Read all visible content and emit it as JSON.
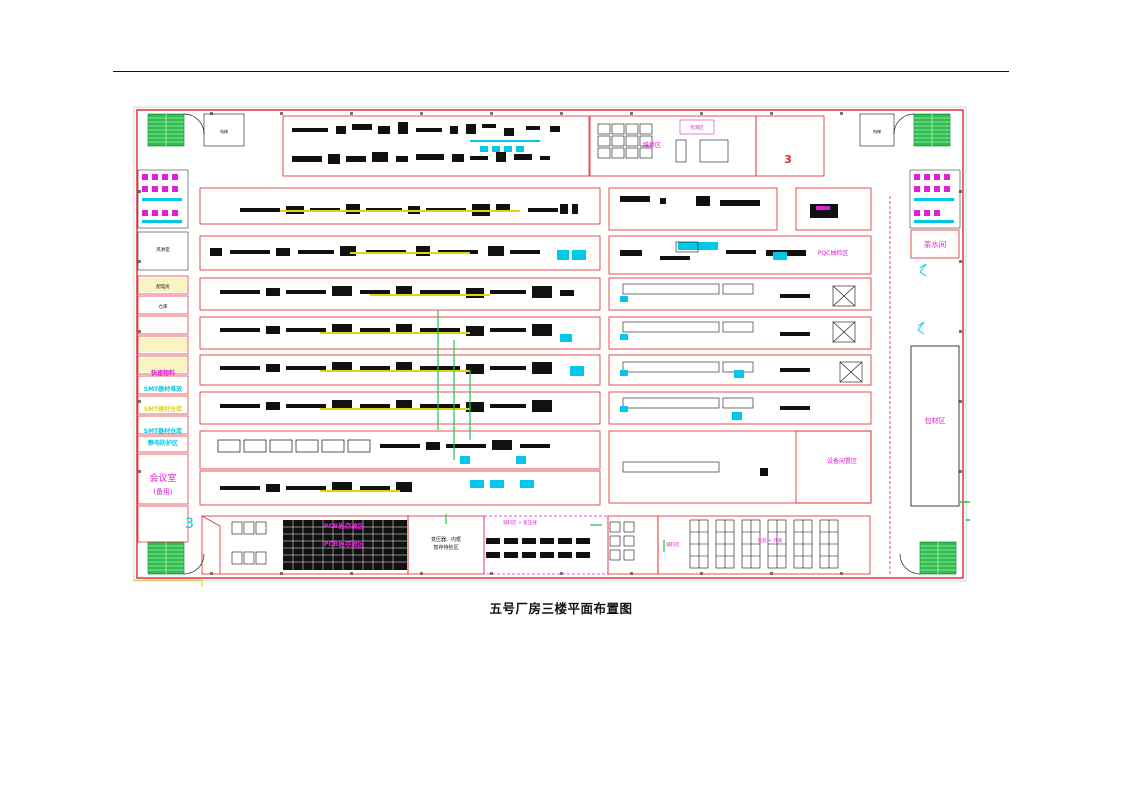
{
  "caption": "五号厂房三楼平面布置图",
  "labels": {
    "tea_room": "茶水间",
    "pqc_area": "PQC抽检区",
    "equipment_idle_area": "设备闲置区",
    "packaging_area": "包材区",
    "meeting_room": "会议室",
    "meeting_room_sub": "(备用)",
    "pcb_storage_1": "PCB板存放区",
    "pcb_storage_2": "PCB板存放区",
    "transformer_storage_1": "变压器、内框",
    "transformer_storage_2": "暂存待检区",
    "cable_area": "辅料区 + 复压线",
    "fast_material": "快速物料",
    "smt_storage_1": "SMT器材堆放",
    "smt_storage_2": "SMT器材仓库",
    "smt_sub_1": "SMT器材仓库",
    "smt_sub_2": "静电防护区",
    "left_room_1": "风淋室",
    "left_room_2": "配电房",
    "left_room_3": "仓库",
    "pink_top_1": "维修区",
    "pink_top_2": "检测区",
    "aux_area": "辅料区",
    "pack_line": "包装 + 外观"
  },
  "colors": {
    "wall": "#e0262a",
    "equipment": "#111111",
    "conveyor": "#e6d20a",
    "cyan": "#00c8e6",
    "green": "#22c24a",
    "magenta": "#e020d8"
  }
}
